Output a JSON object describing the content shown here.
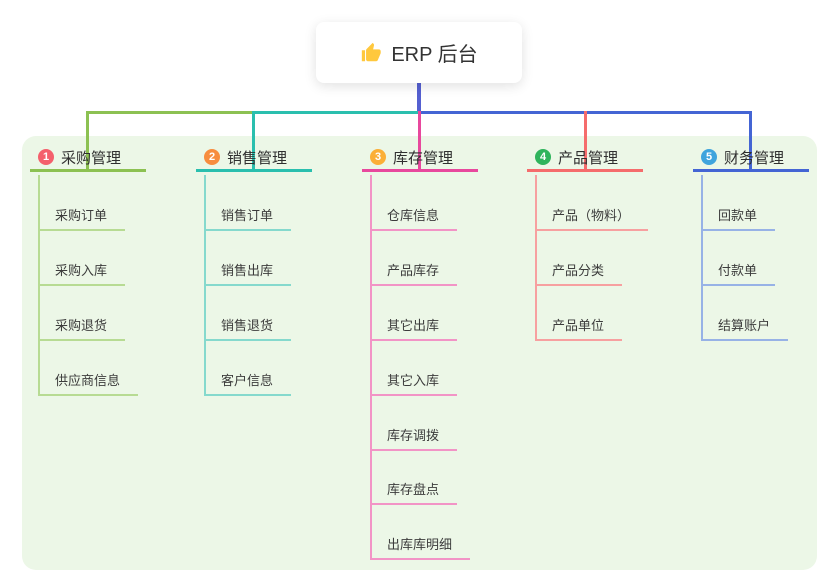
{
  "root": {
    "title": "ERP 后台",
    "icon": "thumbs-up-icon"
  },
  "connector_colors": {
    "root": "#5560d1"
  },
  "branches": [
    {
      "badge": "1",
      "label": "采购管理",
      "color": "#8cc152",
      "child_color": "#b7db93",
      "badge_color": "#f4606c",
      "children": [
        "采购订单",
        "采购入库",
        "采购退货",
        "供应商信息"
      ]
    },
    {
      "badge": "2",
      "label": "销售管理",
      "color": "#2abfae",
      "child_color": "#85d9cd",
      "badge_color": "#f78d3f",
      "children": [
        "销售订单",
        "销售出库",
        "销售退货",
        "客户信息"
      ]
    },
    {
      "badge": "3",
      "label": "库存管理",
      "color": "#e8489d",
      "child_color": "#f294c6",
      "badge_color": "#fbaf37",
      "children": [
        "仓库信息",
        "产品库存",
        "其它出库",
        "其它入库",
        "库存调拨",
        "库存盘点",
        "出库库明细"
      ]
    },
    {
      "badge": "4",
      "label": "产品管理",
      "color": "#f56c6c",
      "child_color": "#f7a0a0",
      "badge_color": "#2fb45c",
      "children": [
        "产品（物料）",
        "产品分类",
        "产品单位"
      ]
    },
    {
      "badge": "5",
      "label": "财务管理",
      "color": "#4465d4",
      "child_color": "#97b2e6",
      "badge_color": "#3fa4dd",
      "children": [
        "回款单",
        "付款单",
        "结算账户"
      ]
    }
  ]
}
